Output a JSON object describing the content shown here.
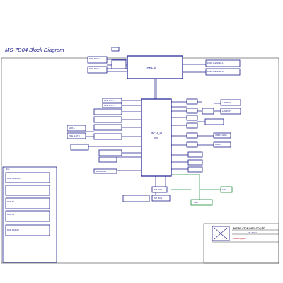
{
  "title": "MS-7D04 Block Diagram",
  "blocks": {
    "cpu": "RKL S",
    "pch": "PCH_H",
    "pch_sub": "Z590",
    "rail_small": "",
    "pcie_slot_1": "PCIE SLOT 1",
    "pcie_slot_2": "PCIE SLOT 2",
    "ddr_a": "DDR4 CHANNEL A",
    "ddr_b": "DDR4 CHANNEL B",
    "pci_slot_1": "PCIE SLOT 3",
    "pci_slot_2": "PCIE SLOT 4",
    "sata_left": "SATA 6",
    "pcie_slot_left": "PCIE SLOT 5",
    "sata_ports": "SATA 1/2/3/4",
    "spi_rom": "SPI ROM",
    "bios": "SPI BIOS",
    "fan": "FAN",
    "vrm": "VRM",
    "lan_1": "LAN PORT",
    "lan_2": "LAN PORT",
    "com_1": "USB3.2 GEN1",
    "com_2": "USB2.0"
  },
  "left_panel": {
    "title": "Misc",
    "item_1": "PCIE X16(CPU)",
    "item_3": "PCIE X1",
    "item_4": "PCIE X1",
    "item_5": "PCIE X4(PCH)"
  },
  "title_block": {
    "company": "MICRO-STAR INT'L CO.,LTD",
    "model": "MS-7D04",
    "sheet": "Block Diagram"
  }
}
